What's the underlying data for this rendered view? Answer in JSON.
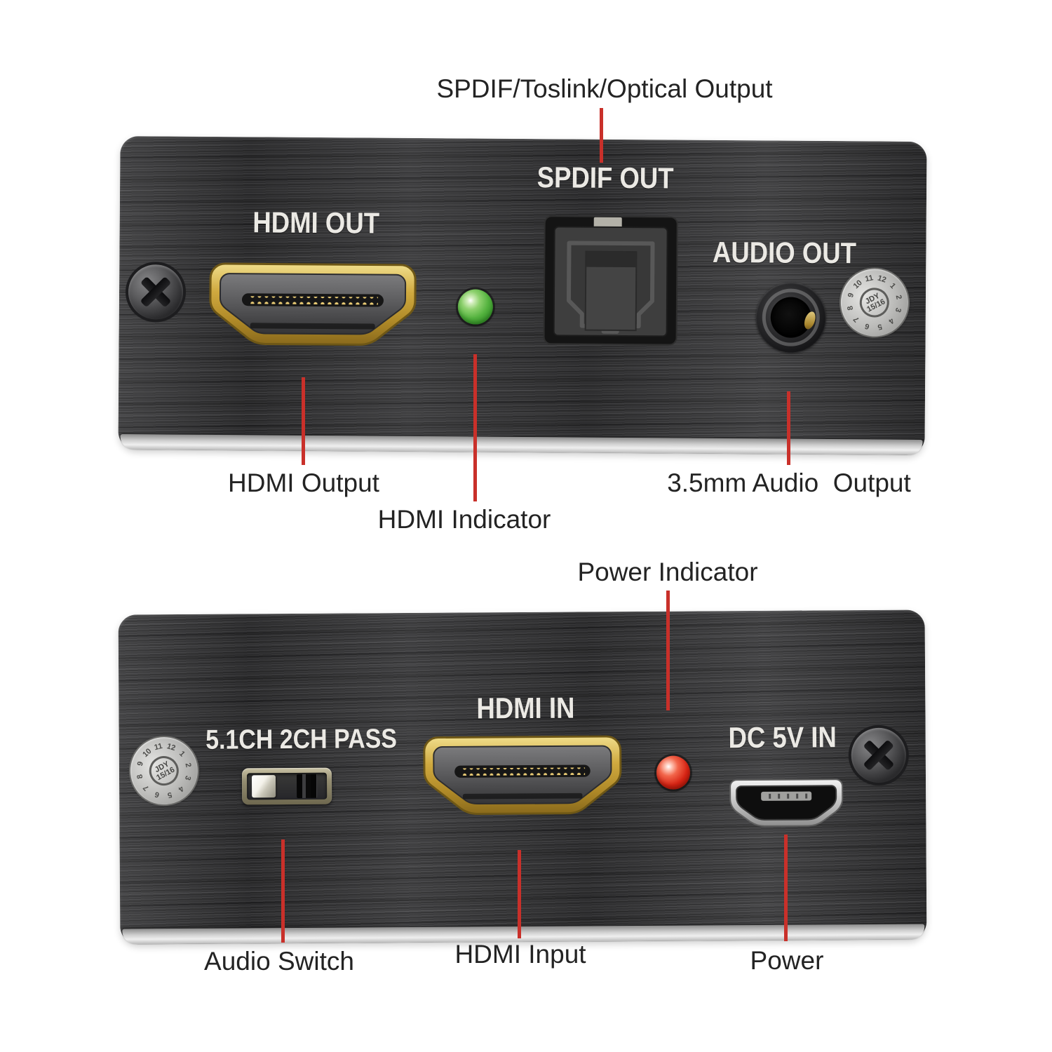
{
  "figure": {
    "description": "HDMI audio extractor front and rear panel diagram",
    "background": "#ffffff"
  },
  "callouts": {
    "spdif_optical": {
      "label": "SPDIF/Toslink/Optical Output"
    },
    "hdmi_output": {
      "label": "HDMI Output"
    },
    "hdmi_indicator": {
      "label": "HDMI Indicator"
    },
    "audio_output": {
      "label": "3.5mm Audio  Output"
    },
    "power_indicator": {
      "label": "Power Indicator"
    },
    "audio_switch": {
      "label": "Audio Switch"
    },
    "hdmi_input": {
      "label": "HDMI Input"
    },
    "power": {
      "label": "Power"
    }
  },
  "front_panel": {
    "hdmi_out": "HDMI OUT",
    "spdif_out": "SPDIF OUT",
    "audio_out": "AUDIO OUT"
  },
  "rear_panel": {
    "switch_positions": "5.1CH 2CH PASS",
    "hdmi_in": "HDMI IN",
    "dc_in": "DC 5V IN"
  },
  "date_stamp": {
    "numbers": [
      "10",
      "11",
      "12",
      "1",
      "2",
      "3",
      "4",
      "5",
      "6",
      "7",
      "8",
      "9"
    ],
    "center_line1": "JDY",
    "center_line2": "15/16"
  },
  "colors": {
    "callout_line": "#c9302a",
    "led_green": "#4fae3c",
    "led_red": "#d2271a",
    "hdmi_gold": "#c8a23a",
    "panel_text": "#ebe9e4",
    "label_text": "#232323"
  }
}
